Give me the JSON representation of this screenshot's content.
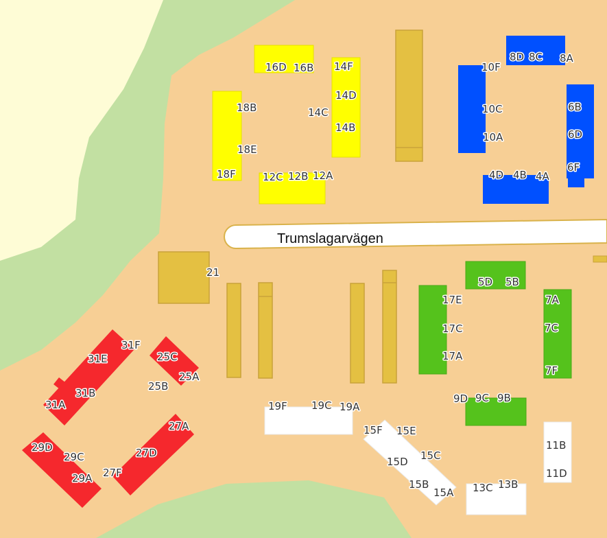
{
  "map": {
    "street": "Trumslagarvägen",
    "colors": {
      "background": "#f7cf95",
      "park": "#c2e0a2",
      "meadow": "#fefcd6",
      "road": "#ffffff",
      "road_edge": "#d9b24a",
      "yellow": "#ffff00",
      "blue": "#0050ff",
      "red": "#f5282d",
      "green": "#55c21c",
      "white": "#ffffff",
      "mustard": "#e4c042",
      "mustard_edge": "#c9a23a"
    },
    "labels": {
      "l16D": "16D",
      "l16B": "16B",
      "l14F": "14F",
      "l14D": "14D",
      "l14C": "14C",
      "l14B": "14B",
      "l18B": "18B",
      "l18E": "18E",
      "l18F": "18F",
      "l12C": "12C",
      "l12B": "12B",
      "l12A": "12A",
      "l8D": "8D",
      "l8C": "8C",
      "l8A": "8A",
      "l10F": "10F",
      "l10C": "10C",
      "l10A": "10A",
      "l6B": "6B",
      "l6D": "6D",
      "l6F": "6F",
      "l4D": "4D",
      "l4B": "4B",
      "l4A": "4A",
      "l21": "21",
      "l5D": "5D",
      "l5B": "5B",
      "l17E": "17E",
      "l17C": "17C",
      "l17A": "17A",
      "l7A": "7A",
      "l7C": "7C",
      "l7F": "7F",
      "l9D": "9D",
      "l9C": "9C",
      "l9B": "9B",
      "l11B": "11B",
      "l11D": "11D",
      "l13C": "13C",
      "l13B": "13B",
      "l19F": "19F",
      "l19C": "19C",
      "l19A": "19A",
      "l15F": "15F",
      "l15E": "15E",
      "l15D": "15D",
      "l15C": "15C",
      "l15B": "15B",
      "l15A": "15A",
      "l31F": "31F",
      "l31E": "31E",
      "l31B": "31B",
      "l31A": "31A",
      "l25C": "25C",
      "l25A": "25A",
      "l25B": "25B",
      "l29D": "29D",
      "l29C": "29C",
      "l29A": "29A",
      "l27A": "27A",
      "l27D": "27D",
      "l27F": "27F"
    }
  }
}
